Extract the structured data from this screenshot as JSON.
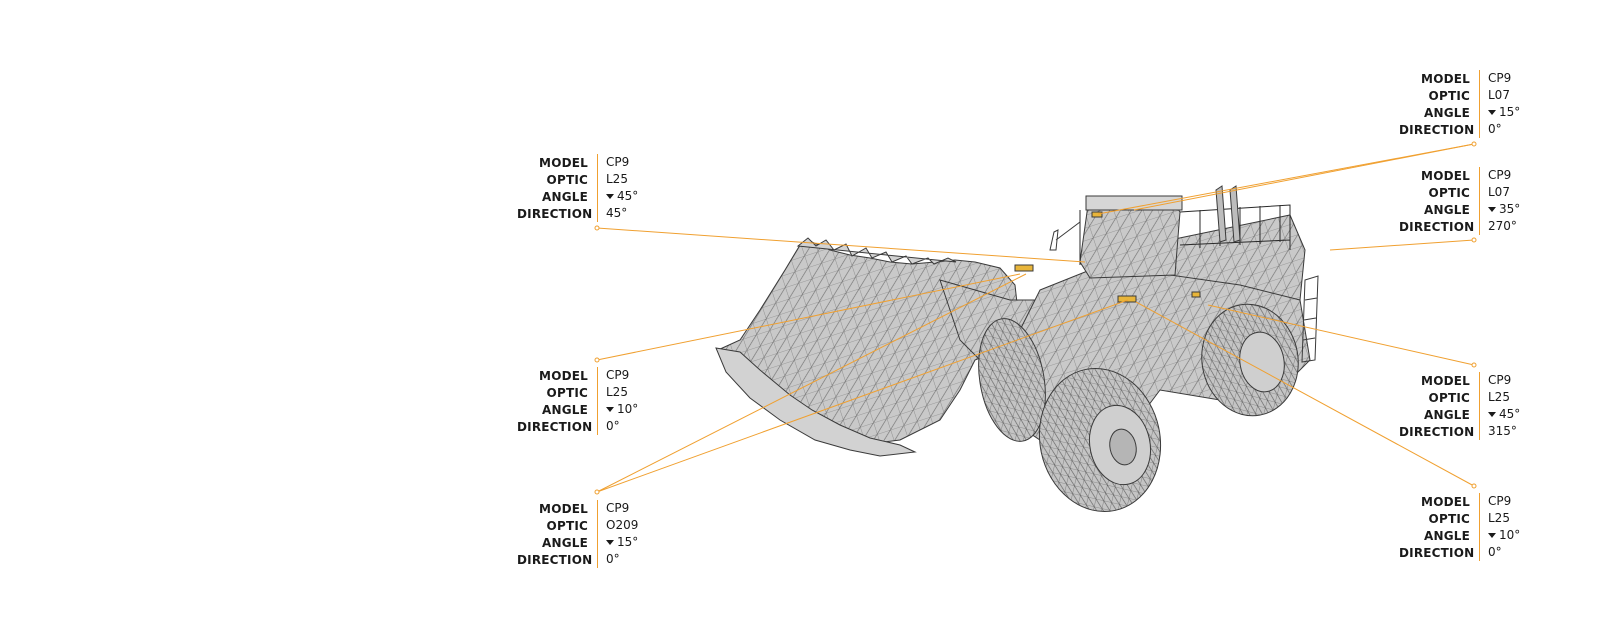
{
  "labels": {
    "model": "MODEL",
    "optic": "OPTIC",
    "angle": "ANGLE",
    "direction": "DIRECTION"
  },
  "accent_color": "#f0a030",
  "callouts": [
    {
      "id": "left-top",
      "model": "CP9",
      "optic": "L25",
      "angle": "45°",
      "direction": "45°"
    },
    {
      "id": "left-middle",
      "model": "CP9",
      "optic": "L25",
      "angle": "10°",
      "direction": "0°"
    },
    {
      "id": "left-bottom",
      "model": "CP9",
      "optic": "O209",
      "angle": "15°",
      "direction": "0°"
    },
    {
      "id": "right-top",
      "model": "CP9",
      "optic": "L07",
      "angle": "15°",
      "direction": "0°"
    },
    {
      "id": "right-second",
      "model": "CP9",
      "optic": "L07",
      "angle": "35°",
      "direction": "270°"
    },
    {
      "id": "right-third",
      "model": "CP9",
      "optic": "L25",
      "angle": "45°",
      "direction": "315°"
    },
    {
      "id": "right-bottom",
      "model": "CP9",
      "optic": "L25",
      "angle": "10°",
      "direction": "0°"
    }
  ]
}
